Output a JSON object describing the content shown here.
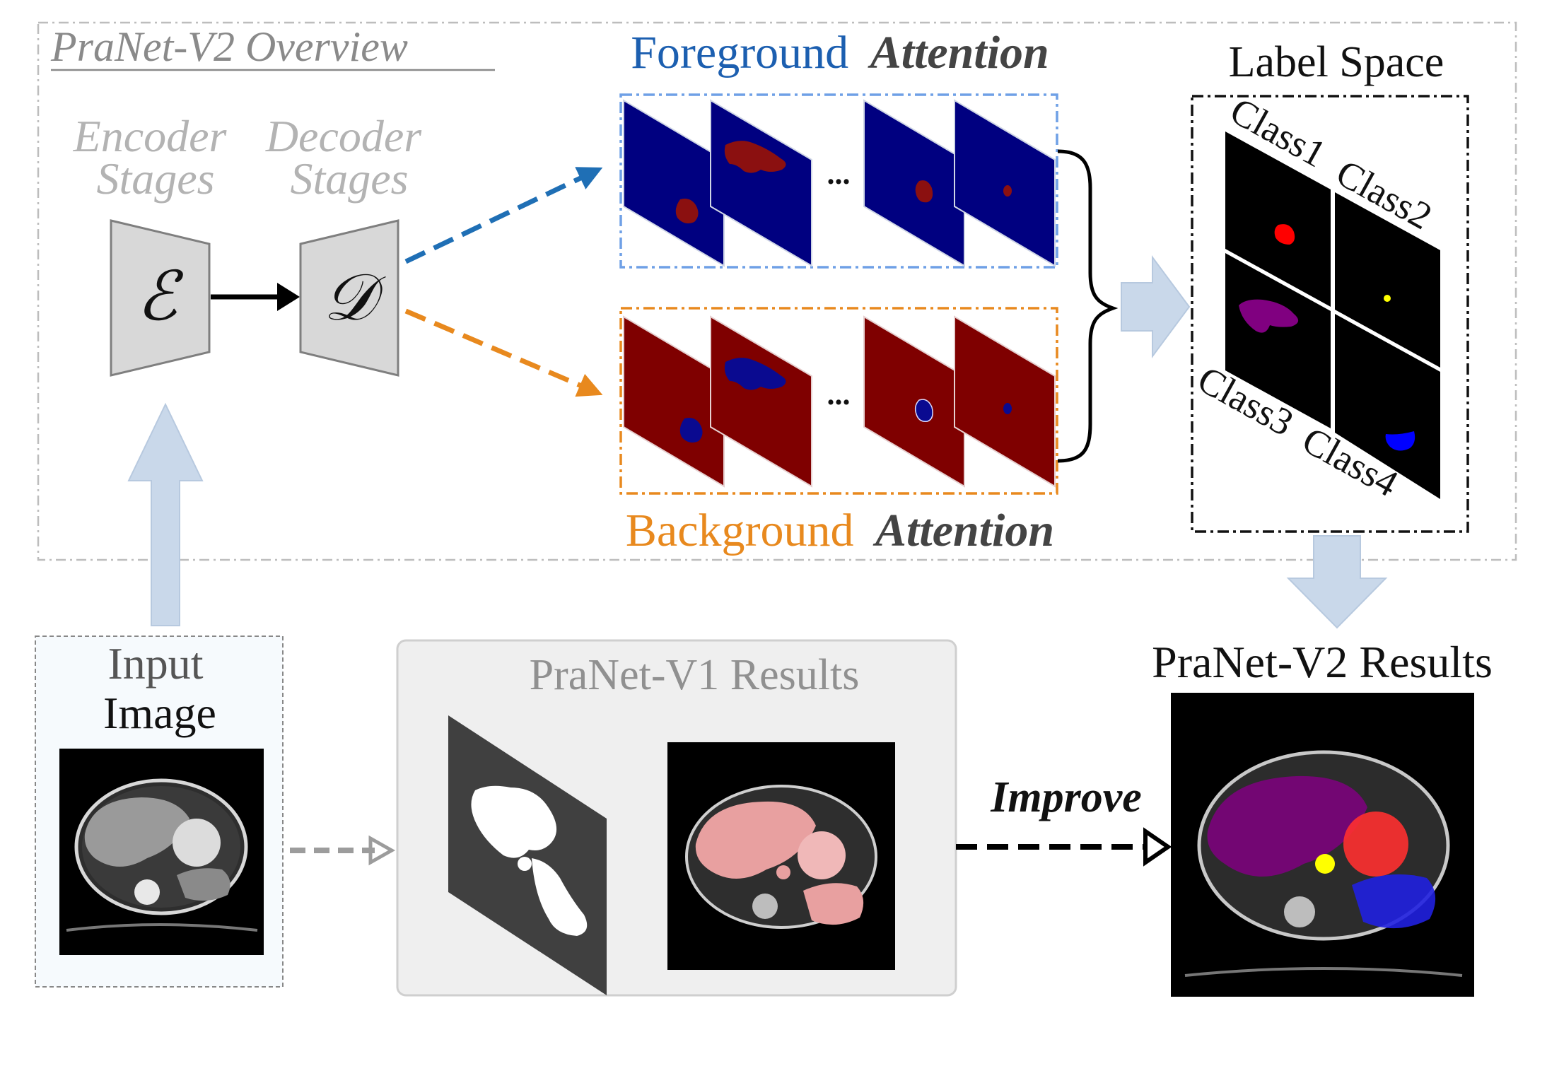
{
  "overview": {
    "title": "PraNet-V2 Overview",
    "encoder_label": [
      "Encoder",
      "Stages"
    ],
    "decoder_label": [
      "Decoder",
      "Stages"
    ],
    "encoder_symbol": "ℰ",
    "decoder_symbol": "𝒟"
  },
  "attention": {
    "foreground_word": "Foreground",
    "foreground_emph": "Attention",
    "background_word": "Background",
    "background_emph": "Attention",
    "ellipsis": "..."
  },
  "label_space": {
    "title": "Label Space",
    "classes": [
      "Class1",
      "Class2",
      "Class3",
      "Class4"
    ]
  },
  "input": {
    "label_line1": "Input",
    "label_line2": "Image"
  },
  "v1": {
    "title": "PraNet-V1 Results"
  },
  "improve": {
    "label": "Improve"
  },
  "v2": {
    "title": "PraNet-V2 Results"
  },
  "colors": {
    "foreground_blue": "#1c5fb0",
    "background_orange": "#e8891e",
    "navy_map": "#000080",
    "dark_red_map": "#7f0000",
    "liver_purple": "#800080",
    "class1_red": "#ff0000",
    "class2_yellow": "#ffff00",
    "class4_blue": "#0000ff",
    "gray_text": "#a0a0a0",
    "arrow_fill": "#c9d8ea"
  }
}
